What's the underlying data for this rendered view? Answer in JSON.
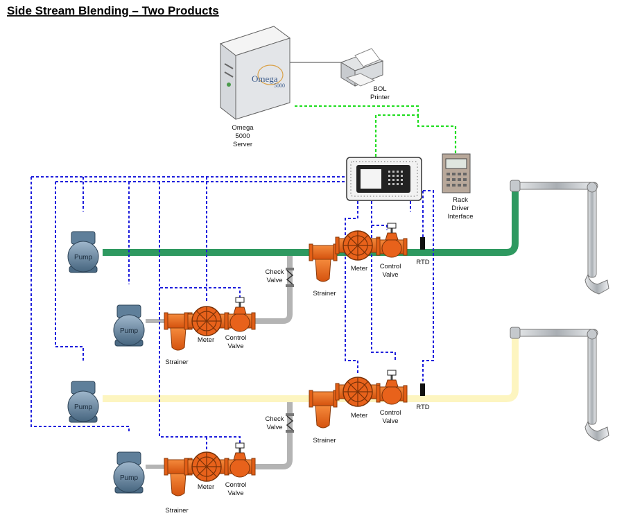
{
  "title": "Side Stream Blending – Two Products",
  "server": {
    "logo_line1": "Omega",
    "logo_line2": "5000",
    "label_line1": "Omega",
    "label_line2": "5000",
    "label_line3": "Server"
  },
  "printer": {
    "label_line1": "BOL",
    "label_line2": "Printer"
  },
  "rack_driver": {
    "label_line1": "Rack",
    "label_line2": "Driver",
    "label_line3": "Interface"
  },
  "pump_label": "Pump",
  "meter_label": "Meter",
  "strainer_label": "Strainer",
  "control_valve": {
    "line1": "Control",
    "line2": "Valve"
  },
  "check_valve": {
    "line1": "Check",
    "line2": "Valve"
  },
  "rtd_label": "RTD",
  "colors": {
    "product1": "#2e9960",
    "product2": "#fdf5c0",
    "additive_pipe": "#b4b4b4",
    "signal": "#1e1edc",
    "network": "#22dd22",
    "equipment_orange": "#ee6a1e",
    "pump_blue": "#5f7f9a"
  }
}
